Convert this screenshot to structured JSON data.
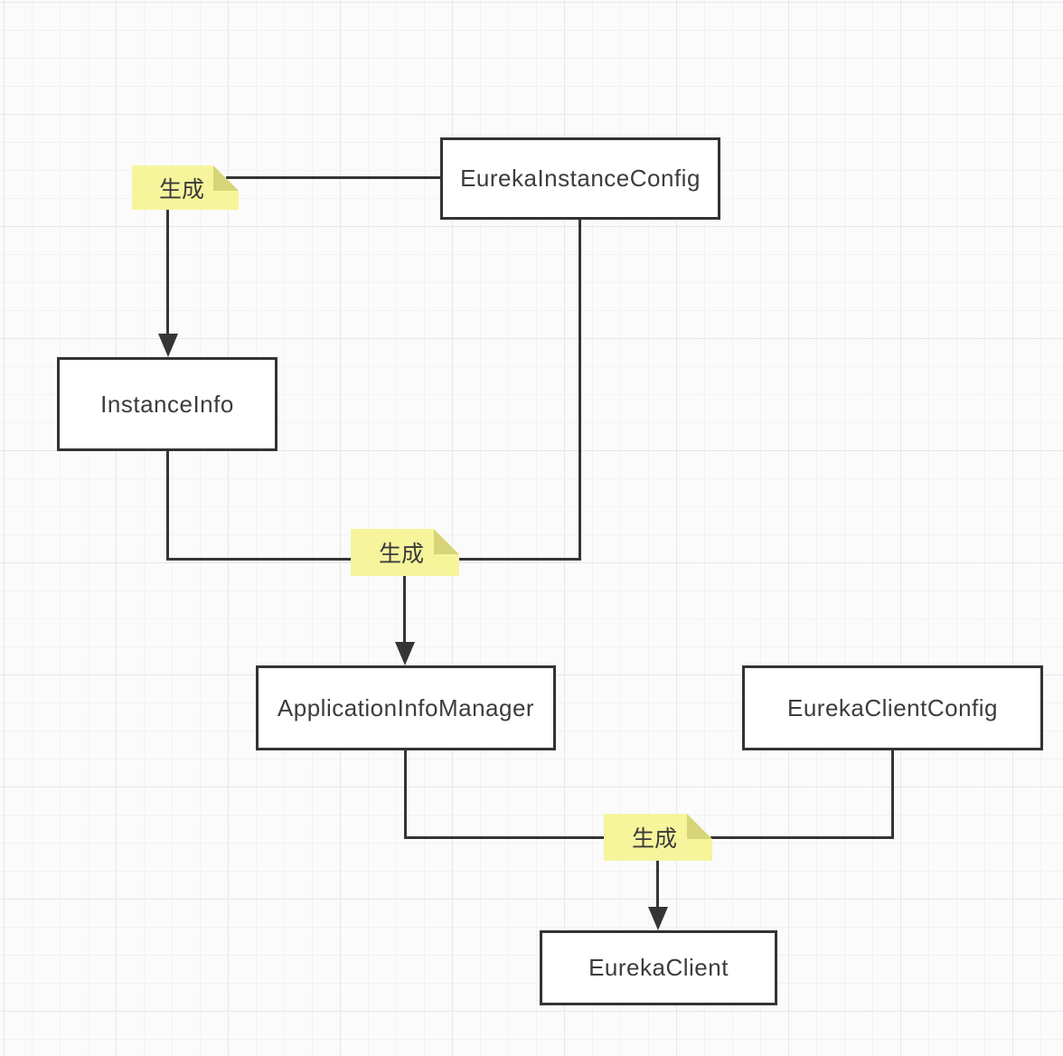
{
  "diagram": {
    "nodes": [
      {
        "id": "eureka-instance-config",
        "label": "EurekaInstanceConfig"
      },
      {
        "id": "instance-info",
        "label": "InstanceInfo"
      },
      {
        "id": "application-info-manager",
        "label": "ApplicationInfoManager"
      },
      {
        "id": "eureka-client-config",
        "label": "EurekaClientConfig"
      },
      {
        "id": "eureka-client",
        "label": "EurekaClient"
      }
    ],
    "notes": [
      {
        "id": "note-1",
        "label": "生成"
      },
      {
        "id": "note-2",
        "label": "生成"
      },
      {
        "id": "note-3",
        "label": "生成"
      }
    ],
    "edges": [
      {
        "sources": [
          "EurekaInstanceConfig"
        ],
        "note": "生成",
        "target": "InstanceInfo"
      },
      {
        "sources": [
          "InstanceInfo",
          "EurekaInstanceConfig"
        ],
        "note": "生成",
        "target": "ApplicationInfoManager"
      },
      {
        "sources": [
          "ApplicationInfoManager",
          "EurekaClientConfig"
        ],
        "note": "生成",
        "target": "EurekaClient"
      }
    ],
    "colors": {
      "node_border": "#333333",
      "node_fill": "#ffffff",
      "note_fill": "#f6f59c",
      "note_fold": "#d7d578",
      "connector": "#353535",
      "canvas_background": "#fbfbfc",
      "grid_minor": "#f2f2f5",
      "grid_major": "#e7e7ec"
    }
  }
}
